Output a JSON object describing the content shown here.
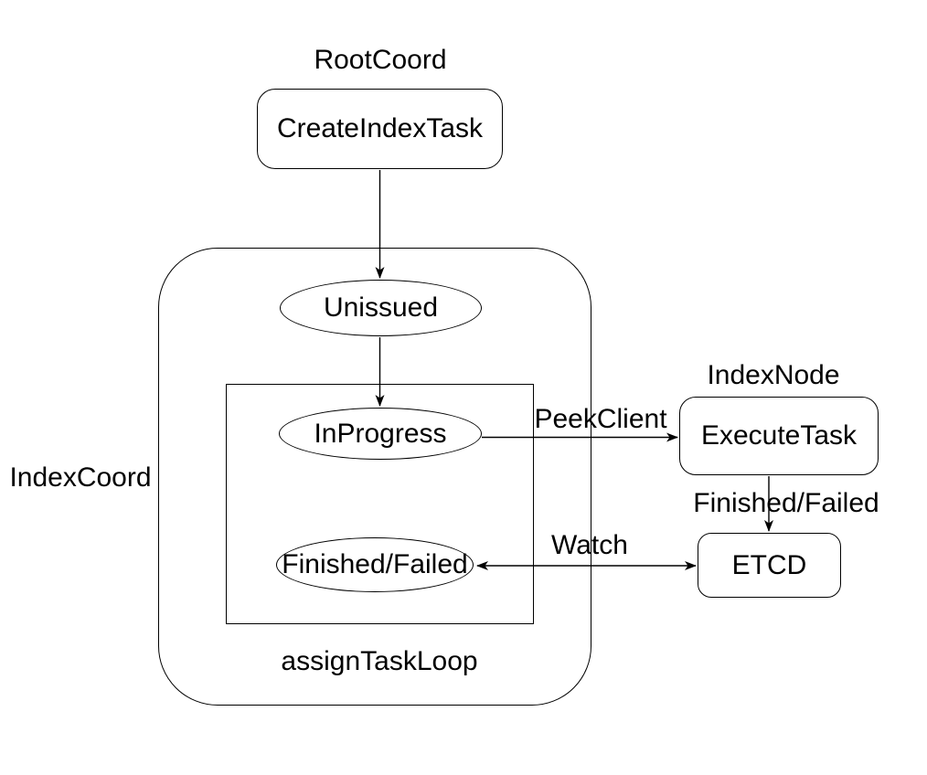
{
  "diagram": {
    "background_color": "#ffffff",
    "stroke_color": "#000000",
    "text_color": "#000000",
    "groups": {
      "root_coord": {
        "label": "RootCoord"
      },
      "index_coord": {
        "label": "IndexCoord"
      },
      "index_node": {
        "label": "IndexNode"
      },
      "assign_task_loop": {
        "label": "assignTaskLoop"
      }
    },
    "nodes": {
      "create_index_task": {
        "label": "CreateIndexTask",
        "shape": "rounded-rect"
      },
      "unissued": {
        "label": "Unissued",
        "shape": "ellipse"
      },
      "in_progress": {
        "label": "InProgress",
        "shape": "ellipse"
      },
      "finished_failed": {
        "label": "Finished/Failed",
        "shape": "ellipse"
      },
      "execute_task": {
        "label": "ExecuteTask",
        "shape": "rounded-rect"
      },
      "etcd": {
        "label": "ETCD",
        "shape": "rounded-rect"
      }
    },
    "edges": {
      "create_to_unissued": {
        "label": ""
      },
      "unissued_to_in_progress": {
        "label": ""
      },
      "peek_client": {
        "label": "PeekClient"
      },
      "execute_to_etcd": {
        "label": "Finished/Failed"
      },
      "watch": {
        "label": "Watch"
      }
    }
  }
}
